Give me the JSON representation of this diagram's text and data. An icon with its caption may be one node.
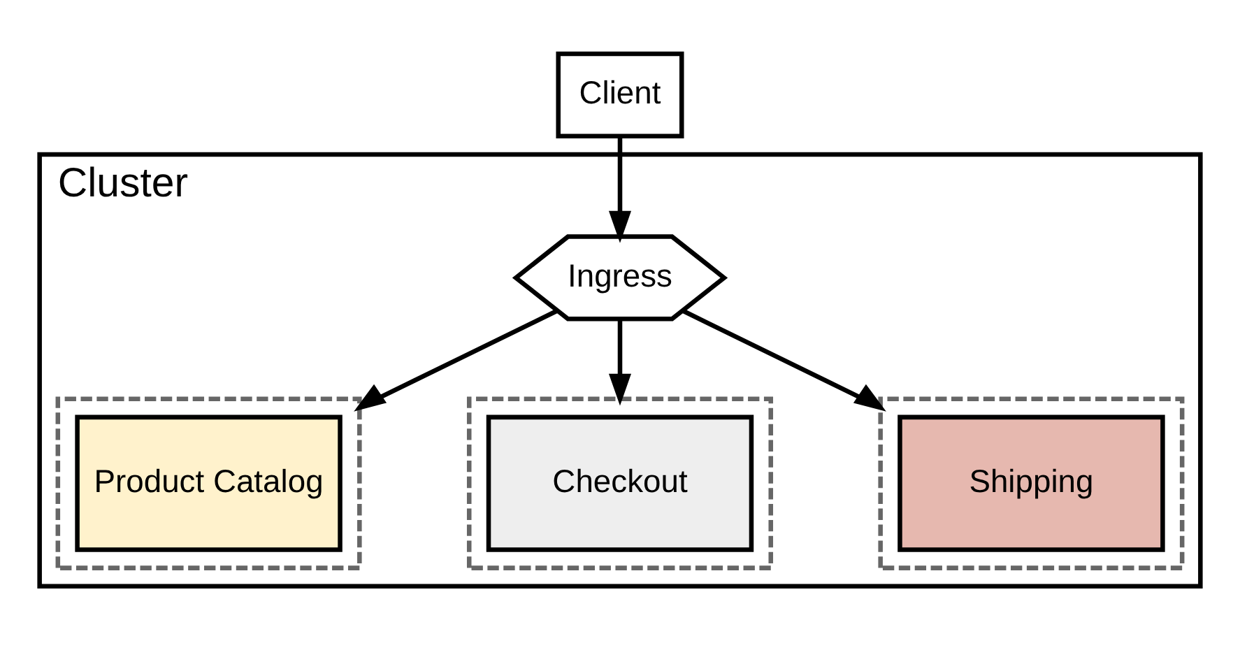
{
  "diagram": {
    "nodes": [
      {
        "text": [
          "Client"
        ]
      },
      {
        "text": [
          "Cluster"
        ]
      },
      {
        "text": [
          "Ingress"
        ],
        "in": 1
      },
      {
        "text": [],
        "shape": "box",
        "in": 1
      },
      {
        "text": [
          "Product Catalog"
        ],
        "in": 3
      },
      {
        "text": [],
        "shape": "box",
        "in": 1
      },
      {
        "text": [
          "Checkout"
        ],
        "in": 5
      },
      {
        "text": [],
        "shape": "box",
        "in": 1
      },
      {
        "text": [
          "Shipping"
        ],
        "in": 7
      }
    ],
    "edges": [
      {
        "from": 0,
        "to": 2,
        "arrow": "to"
      },
      {
        "from": 2,
        "to": 3,
        "arrow": "to"
      },
      {
        "from": 2,
        "to": 5,
        "arrow": "to"
      },
      {
        "from": 2,
        "to": 7,
        "arrow": "to"
      }
    ]
  }
}
